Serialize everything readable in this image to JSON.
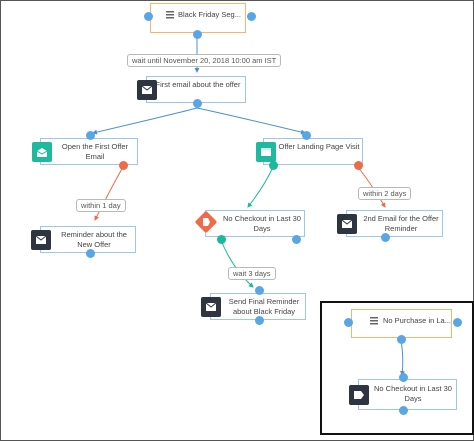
{
  "nodes": {
    "segment_top": "Black Friday Seg...",
    "first_email": "First email about the offer",
    "open_first": "Open the First Offer Email",
    "landing_visit": "Offer Landing Page Visit",
    "reminder_new": "Reminder about the New Offer",
    "no_checkout_mid": "No Checkout in Last 30 Days",
    "second_email": "2nd Email for the Offer Reminder",
    "final_reminder": "Send Final Reminder about Black Friday",
    "no_purchase": "No Purchase in La...",
    "no_checkout_box": "No Checkout in Last 30 Days"
  },
  "labels": {
    "wait_until": "wait until November 20, 2018 10:00 am IST",
    "within_1_day": "within 1 day",
    "within_2_days": "within 2 days",
    "wait_3_days": "wait 3 days"
  },
  "colors": {
    "blue_connector": "#58a6e6",
    "green_connector": "#1bb99a",
    "red_connector": "#ef6a47",
    "segment_border": "#f5b66b"
  },
  "icons": [
    "segment-list-icon",
    "email-icon",
    "email-open-icon",
    "webpage-icon",
    "checkout-tag-icon"
  ]
}
